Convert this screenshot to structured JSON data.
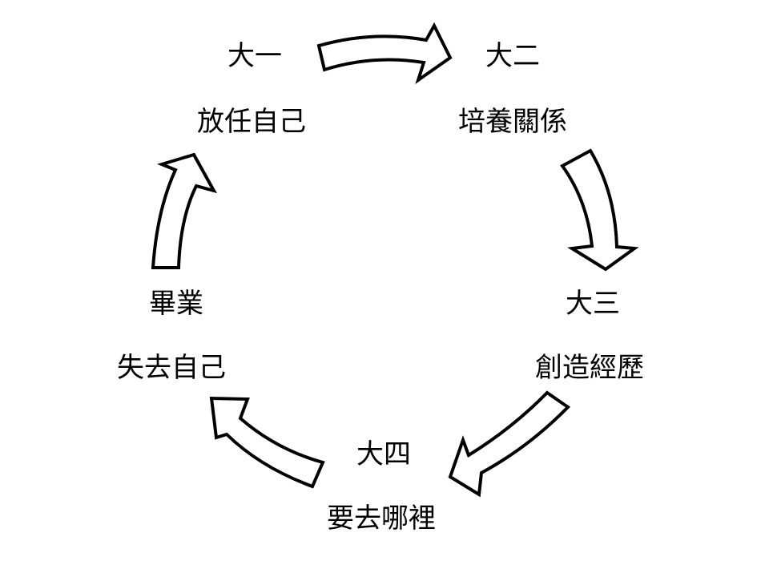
{
  "colors": {
    "background": "#ffffff",
    "ink": "#000000",
    "arrow_fill": "#ffffff"
  },
  "stages": {
    "year1": {
      "year": "大一",
      "desc": "放任自己"
    },
    "year2": {
      "year": "大二",
      "desc": "培養關係"
    },
    "year3": {
      "year": "大三",
      "desc": "創造經歷"
    },
    "year4": {
      "year": "大四",
      "desc": "要去哪裡"
    },
    "graduate": {
      "year": "畢業",
      "desc": "失去自己"
    }
  },
  "arrows": [
    "arrow-right-icon",
    "arrow-down-icon",
    "arrow-down-left-icon",
    "arrow-up-left-icon",
    "arrow-up-icon"
  ]
}
